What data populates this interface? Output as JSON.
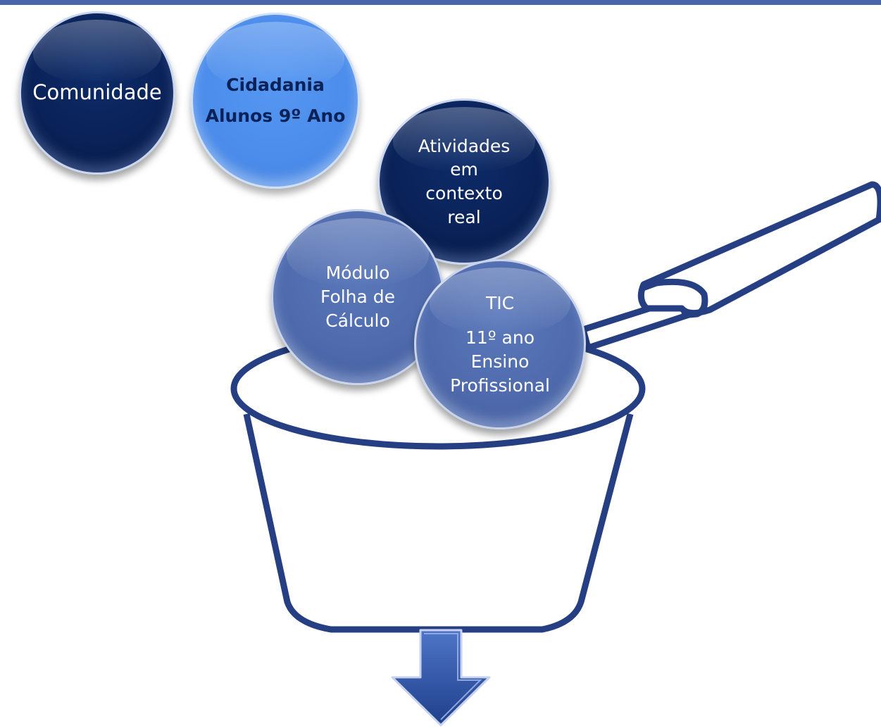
{
  "diagram": {
    "nodes": [
      {
        "id": "comunidade",
        "lines": [
          "Comunidade"
        ]
      },
      {
        "id": "cidadania",
        "lines": [
          "Cidadania",
          "Alunos 9º Ano"
        ]
      },
      {
        "id": "atividades",
        "lines": [
          "Atividades",
          "em",
          "contexto",
          "real"
        ]
      },
      {
        "id": "modulo",
        "lines": [
          "Módulo",
          "Folha de",
          "Cálculo"
        ]
      },
      {
        "id": "tic",
        "lines": [
          "TIC",
          "11º ano",
          "Ensino",
          "Profissional"
        ]
      }
    ],
    "output_arrow": "down-arrow-icon"
  },
  "colors": {
    "dark_ball": "#0a2258",
    "light_ball": "#4b8ceb",
    "mid_ball": "#4e6aac",
    "pot_stroke": "#253f82",
    "top_bar": "#4a66a8"
  }
}
